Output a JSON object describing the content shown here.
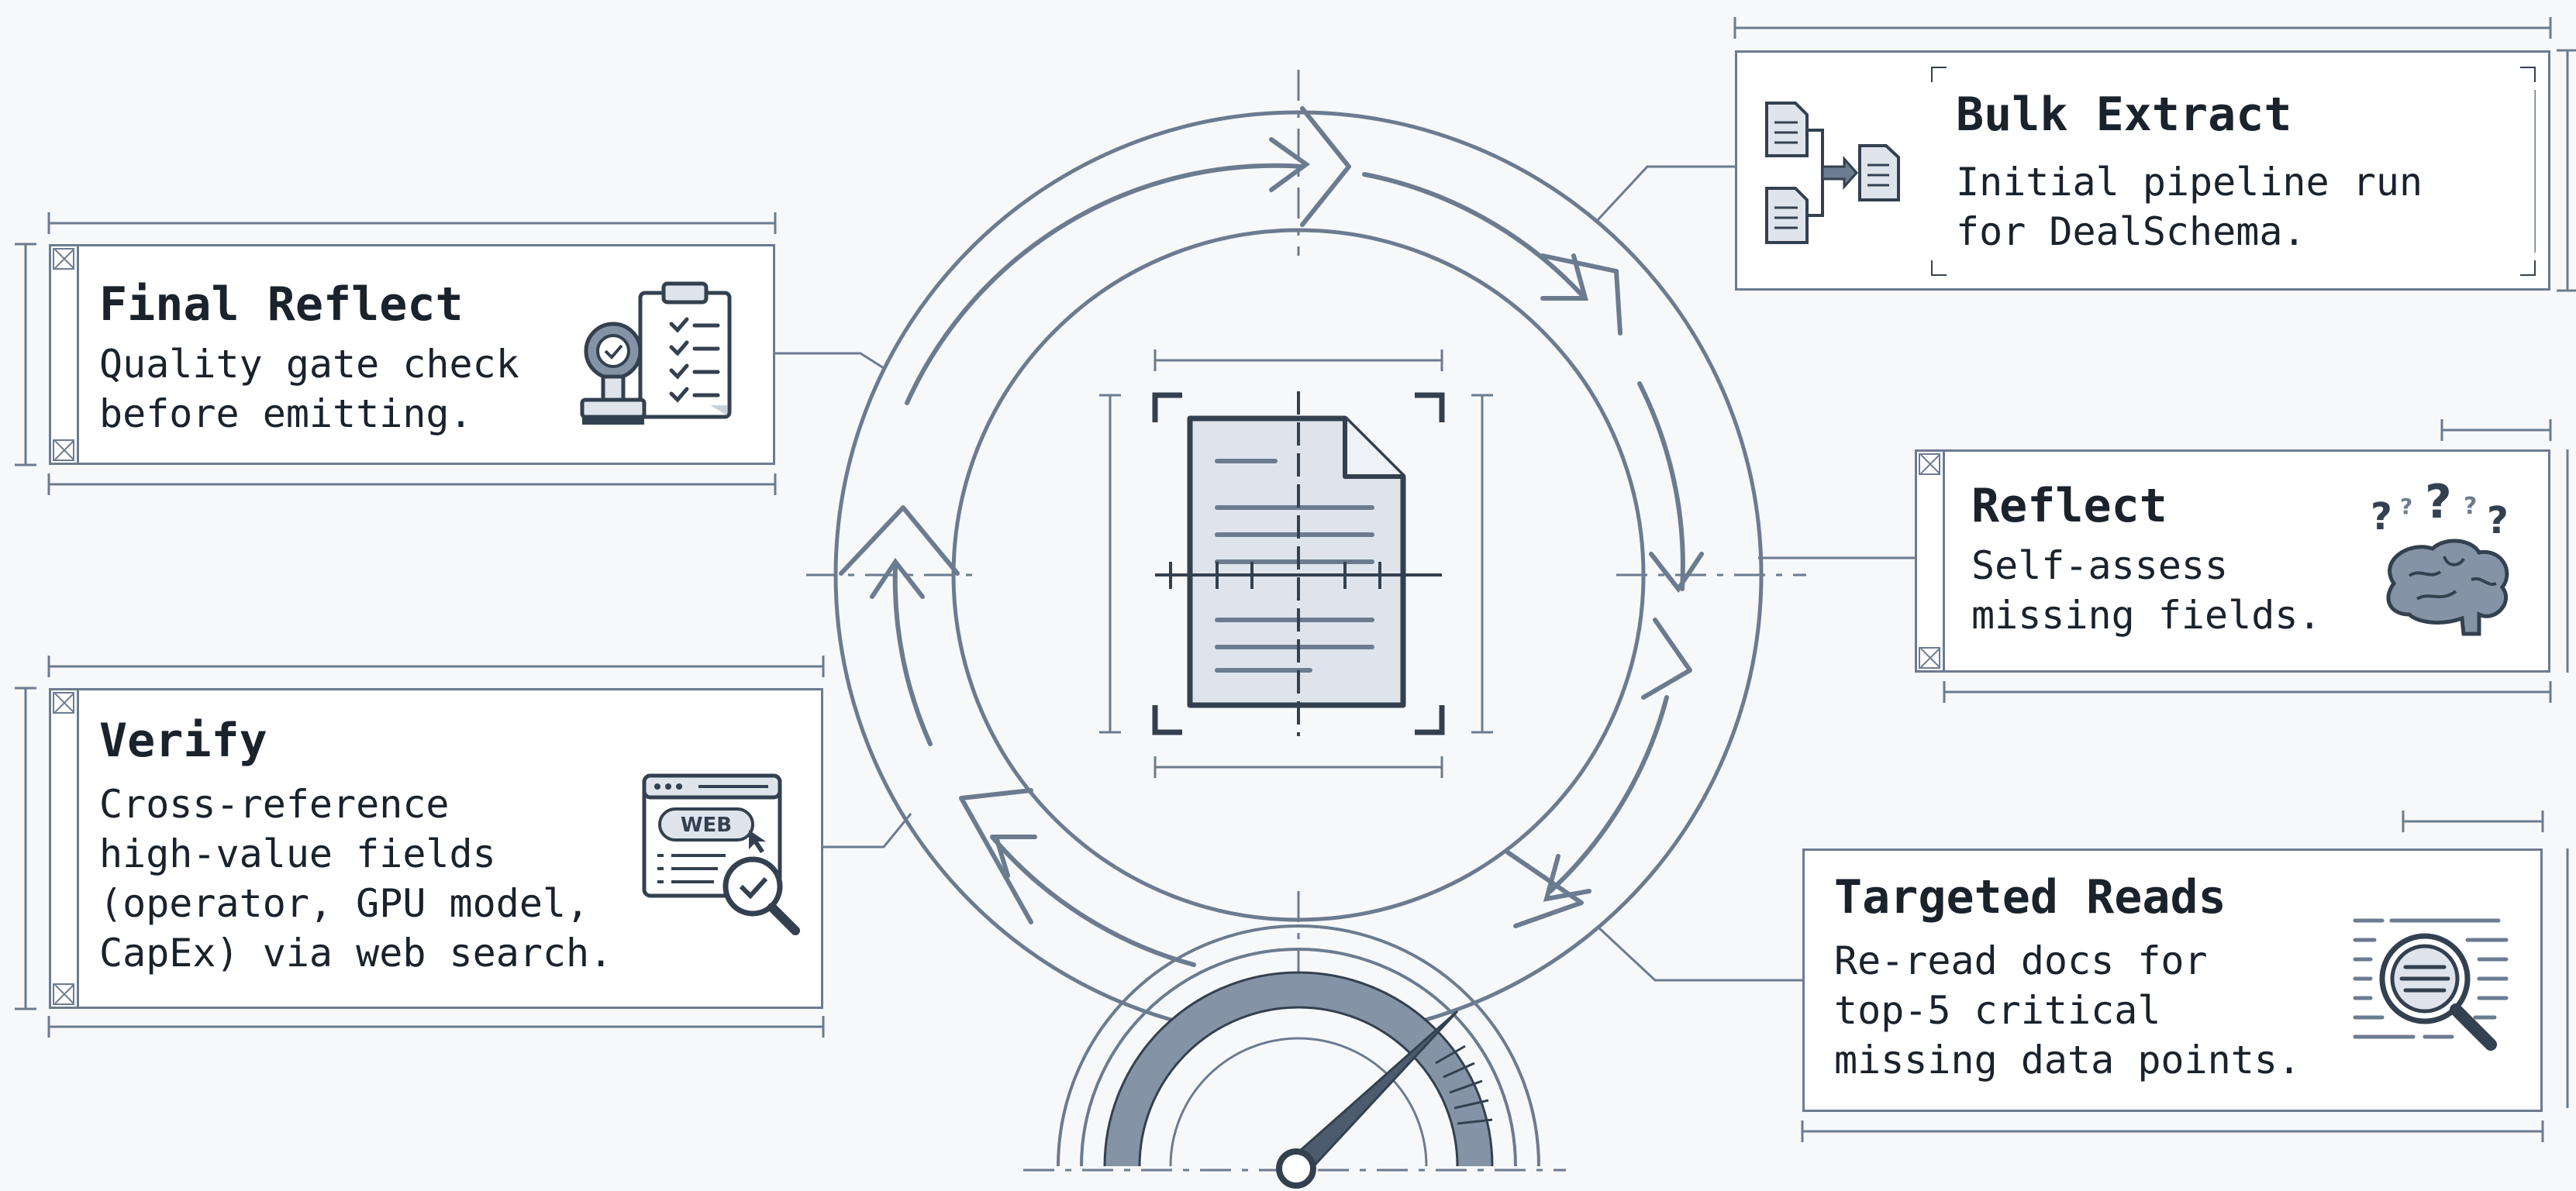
{
  "steps": {
    "bulk_extract": {
      "title": "Bulk Extract",
      "description": "Initial pipeline run\nfor DealSchema."
    },
    "reflect": {
      "title": "Reflect",
      "description": "Self-assess\nmissing fields."
    },
    "targeted_reads": {
      "title": "Targeted Reads",
      "description": "Re-read docs for\ntop-5 critical\nmissing data points."
    },
    "verify": {
      "title": "Verify",
      "description": "Cross-reference\nhigh-value fields\n(operator, GPU model,\nCapEx) via web search."
    },
    "final_reflect": {
      "title": "Final Reflect",
      "description": "Quality gate check\nbefore emitting."
    }
  },
  "icons": {
    "bulk_extract": "documents-merge-icon",
    "reflect": "brain-question-icon",
    "targeted_reads": "magnifier-text-icon",
    "verify": "web-search-icon",
    "final_reflect": "checklist-stamp-icon",
    "center": "document-icon",
    "gauge": "gauge-icon"
  },
  "web_icon_label": "WEB",
  "colors": {
    "stroke": "#6b7b90",
    "dark": "#33404f",
    "ink": "#1a222c",
    "document_fill": "#dfe4ec",
    "background": "#f7f8f9"
  }
}
